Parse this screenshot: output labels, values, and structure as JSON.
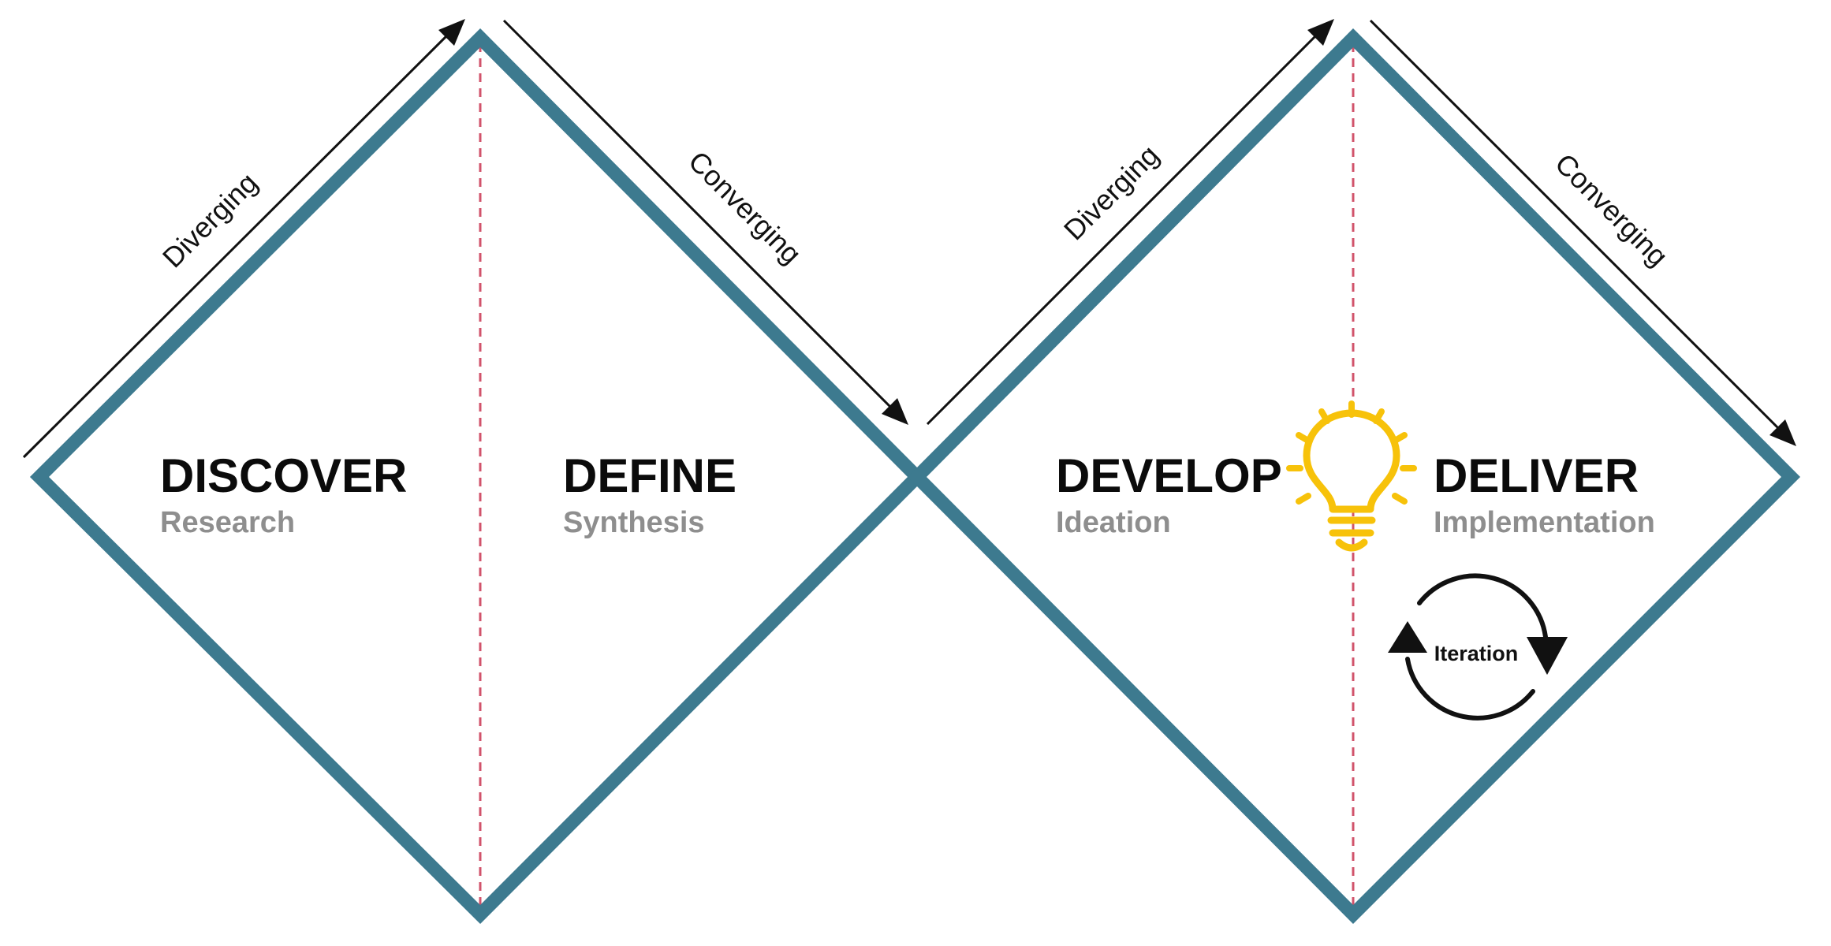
{
  "colors": {
    "diamond_stroke": "#3d7a8f",
    "divider": "#d1536b",
    "arrow": "#111111",
    "bulb": "#f7c20a",
    "title_text": "#0b0b0b",
    "subtitle_text": "#8e8e8e"
  },
  "diamonds": [
    {
      "phases": [
        {
          "title": "DISCOVER",
          "subtitle": "Research"
        },
        {
          "title": "DEFINE",
          "subtitle": "Synthesis"
        }
      ],
      "diverging_label": "Diverging",
      "converging_label": "Converging"
    },
    {
      "phases": [
        {
          "title": "DEVELOP",
          "subtitle": "Ideation"
        },
        {
          "title": "DELIVER",
          "subtitle": "Implementation"
        }
      ],
      "diverging_label": "Diverging",
      "converging_label": "Converging"
    }
  ],
  "icons": {
    "idea": "lightbulb-icon",
    "iteration": "cycle-arrows-icon"
  },
  "iteration_label": "Iteration"
}
